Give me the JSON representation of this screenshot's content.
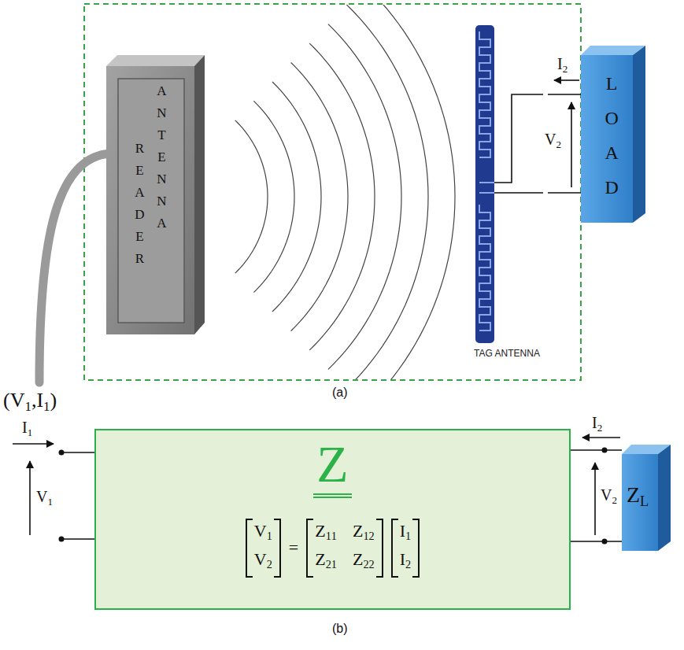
{
  "diagram": {
    "nodes": [
      {
        "text": [
          "READER",
          "ANTENNA"
        ]
      },
      {
        "text": [
          "TAG ANTENNA"
        ]
      },
      {
        "text": [
          "LOAD"
        ]
      },
      {
        "text": [
          "Z",
          "V1",
          "V2",
          "=",
          "Z11",
          "Z12",
          "Z21",
          "Z22",
          "I1",
          "I2"
        ]
      },
      {
        "text": [
          "ZL"
        ]
      }
    ],
    "edges": [
      {
        "from": 1,
        "to": 2,
        "arrow": "none"
      },
      {
        "from": 1,
        "to": 2,
        "arrow": "none"
      },
      {
        "from": 3,
        "to": 4,
        "arrow": "none"
      },
      {
        "from": 3,
        "to": 4,
        "arrow": "none"
      }
    ],
    "labels": [
      "(V1,I1)",
      "I2",
      "V2",
      "(a)",
      "I1",
      "V1",
      "I2",
      "V2",
      "(b)"
    ]
  }
}
